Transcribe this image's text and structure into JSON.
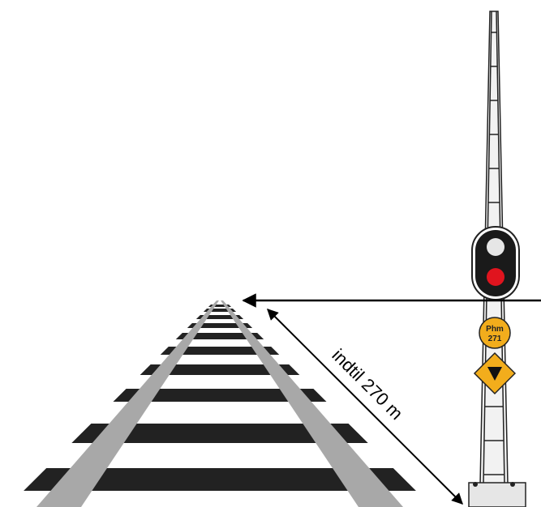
{
  "diagram": {
    "distance_label": "indtil 270 m",
    "plate_line1": "Phm",
    "plate_line2": "271",
    "colors": {
      "track_sleeper": "#222222",
      "rail": "#a8a8a8",
      "signal_head": "#1a1a1a",
      "signal_white": "#e6e6e6",
      "signal_red": "#e0141e",
      "plate": "#f2ad1c",
      "mast": "#f2f2f2",
      "base": "#e6e6e6"
    },
    "icons": [
      "down-triangle-icon"
    ]
  }
}
